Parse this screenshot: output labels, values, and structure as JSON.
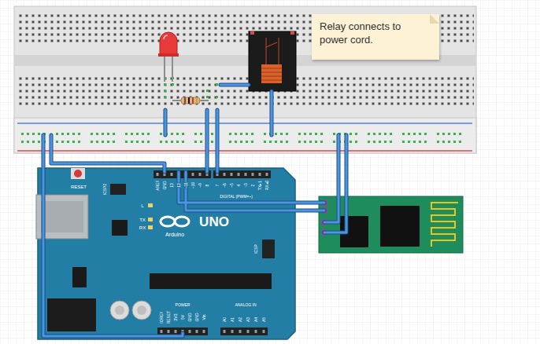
{
  "diagram": {
    "nodes": [
      {
        "text": [
          "Relay connects to power cord."
        ]
      }
    ],
    "labels": [
      "RESET",
      "ICSP2",
      "AREF",
      "GND",
      "13",
      "12",
      "~11",
      "~10",
      "~9",
      "8",
      "7",
      "~6",
      "~5",
      "4",
      "~3",
      "2",
      "TX▸1",
      "RX◂0",
      "DIGITAL (PWM=~)",
      "L",
      "TX",
      "RX",
      "UNO",
      "Arduino",
      "ICSP",
      "IOREF",
      "RESET",
      "3V3",
      "5V",
      "GND",
      "GND",
      "Vin",
      "POWER",
      "ANALOG IN",
      "A0",
      "A1",
      "A2",
      "A3",
      "A4",
      "A5"
    ]
  }
}
